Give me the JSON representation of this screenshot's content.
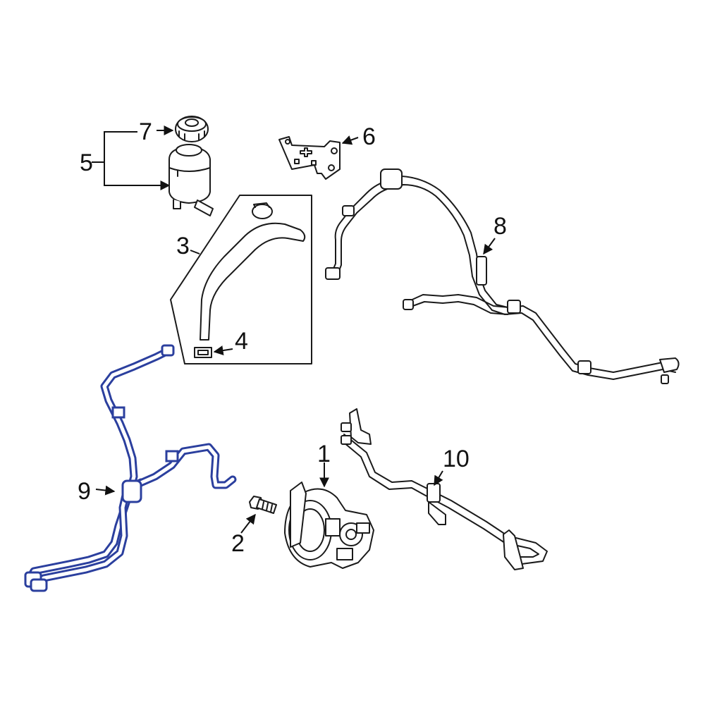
{
  "highlight_color": "#2b3f9e",
  "outline_color": "#1a1a1a",
  "callouts": {
    "c1": "1",
    "c2": "2",
    "c3": "3",
    "c4": "4",
    "c5": "5",
    "c6": "6",
    "c7": "7",
    "c8": "8",
    "c9": "9",
    "c10": "10"
  }
}
